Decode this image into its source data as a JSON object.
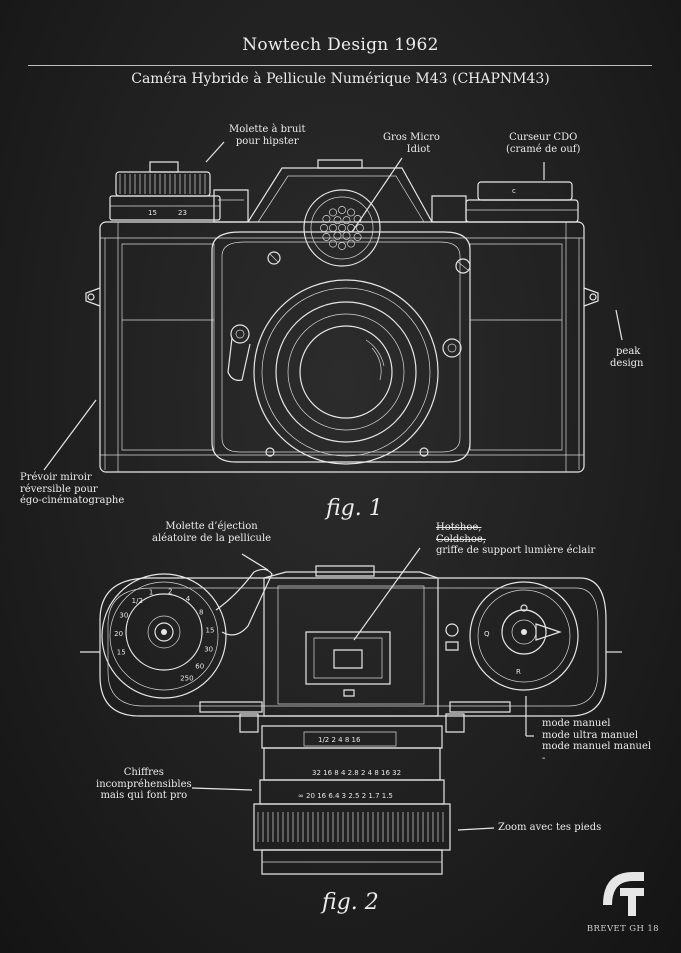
{
  "header": {
    "title": "Nowtech Design 1962",
    "subtitle": "Caméra Hybride à Pellicule Numérique M43 (CHAPNM43)"
  },
  "figure1": {
    "caption": "fig. 1",
    "labels": {
      "molette_bruit": [
        "Molette à bruit",
        "pour hipster"
      ],
      "gros_micro": [
        "Gros Micro",
        "Idiot"
      ],
      "curseur_cdo": [
        "Curseur CDO",
        "(cramé de ouf)"
      ],
      "peak_design": [
        "peak",
        "design"
      ],
      "miroir": [
        "Prévoir miroir",
        "réversible pour",
        "égo-cinématographe"
      ]
    }
  },
  "figure2": {
    "caption": "fig. 2",
    "labels": {
      "molette_ejection": [
        "Molette d’éjection",
        "aléatoire de la pellicule"
      ],
      "hotshoe": [
        "Hotshoe,",
        "Coldshoe,",
        "griffe de support lumière éclair"
      ],
      "modes": [
        "mode manuel",
        "mode ultra manuel",
        "mode manuel manuel",
        "-"
      ],
      "chiffres": [
        "Chiffres",
        "incompréhensibles",
        "mais qui font pro"
      ],
      "zoom": "Zoom avec tes pieds"
    },
    "dial_numbers": [
      "15",
      "20",
      "30",
      "1/2",
      "1",
      "2",
      "4",
      "8",
      "15",
      "30",
      "60",
      "250"
    ],
    "lens_scale_1": "32 16 8 4 2.8 2 4 8 16 32",
    "lens_scale_2": "∞ 20 16 6.4 3 2.5 2 1.7 1.5"
  },
  "footer": {
    "brevet": "BREVET GH 18",
    "logo_icon": "gh-logo-icon"
  },
  "colors": {
    "background": "#1e1e1e",
    "ink": "#e6e6e6"
  }
}
